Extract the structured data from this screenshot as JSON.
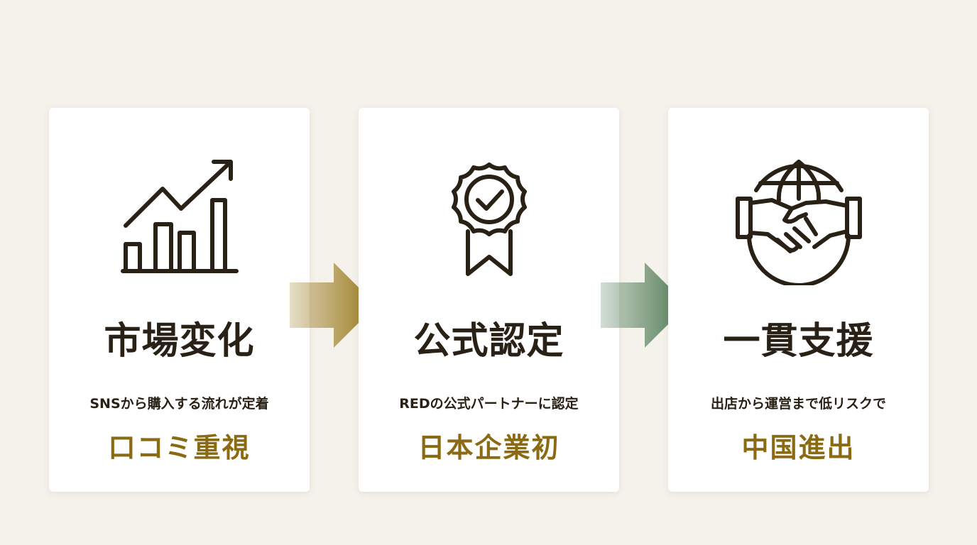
{
  "cards": [
    {
      "icon": "growth-chart-icon",
      "title": "市場変化",
      "desc": "SNSから購入する流れが定着",
      "highlight": "口コミ重視"
    },
    {
      "icon": "certified-badge-icon",
      "title": "公式認定",
      "desc": "REDの公式パートナーに認定",
      "highlight": "日本企業初"
    },
    {
      "icon": "globe-handshake-icon",
      "title": "一貫支援",
      "desc": "出店から運営まで低リスクで",
      "highlight": "中国進出"
    }
  ],
  "colors": {
    "background": "#f5f2ec",
    "text": "#2a2116",
    "accent_gold": "#8a6a12",
    "arrow_gold": "#9a7a1f",
    "arrow_green": "#4f7a55"
  }
}
